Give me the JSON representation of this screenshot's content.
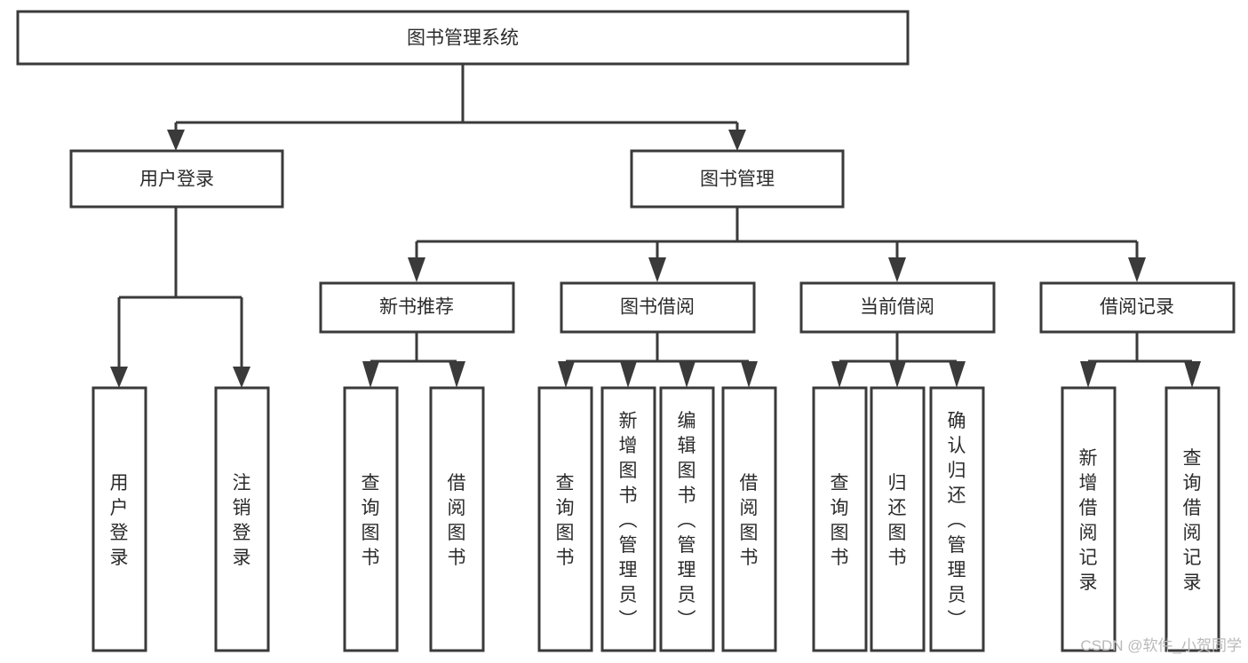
{
  "diagram": {
    "title": "图书管理系统",
    "type": "hierarchy-tree",
    "root": {
      "id": "root",
      "label": "图书管理系统",
      "orientation": "horizontal"
    },
    "level2": [
      {
        "id": "user-login",
        "label": "用户登录",
        "orientation": "horizontal"
      },
      {
        "id": "book-management",
        "label": "图书管理",
        "orientation": "horizontal"
      }
    ],
    "level3": [
      {
        "id": "new-book-recommend",
        "label": "新书推荐",
        "orientation": "horizontal"
      },
      {
        "id": "book-borrow",
        "label": "图书借阅",
        "orientation": "horizontal"
      },
      {
        "id": "current-borrow",
        "label": "当前借阅",
        "orientation": "horizontal"
      },
      {
        "id": "borrow-record",
        "label": "借阅记录",
        "orientation": "horizontal"
      }
    ],
    "leaves": {
      "user-login": [
        {
          "id": "leaf-user-login",
          "label": "用户登录",
          "orientation": "vertical"
        },
        {
          "id": "leaf-logout-login",
          "label": "注销登录",
          "orientation": "vertical"
        }
      ],
      "new-book-recommend": [
        {
          "id": "leaf-query-book-1",
          "label": "查询图书",
          "orientation": "vertical"
        },
        {
          "id": "leaf-borrow-book-1",
          "label": "借阅图书",
          "orientation": "vertical"
        }
      ],
      "book-borrow": [
        {
          "id": "leaf-query-book-2",
          "label": "查询图书",
          "orientation": "vertical"
        },
        {
          "id": "leaf-add-book",
          "label": "新增图书（管理员）",
          "orientation": "vertical"
        },
        {
          "id": "leaf-edit-book",
          "label": "编辑图书（管理员）",
          "orientation": "vertical"
        },
        {
          "id": "leaf-borrow-book-2",
          "label": "借阅图书",
          "orientation": "vertical"
        }
      ],
      "current-borrow": [
        {
          "id": "leaf-query-book-3",
          "label": "查询图书",
          "orientation": "vertical"
        },
        {
          "id": "leaf-return-book",
          "label": "归还图书",
          "orientation": "vertical"
        },
        {
          "id": "leaf-confirm-return",
          "label": "确认归还（管理员）",
          "orientation": "vertical"
        }
      ],
      "borrow-record": [
        {
          "id": "leaf-add-record",
          "label": "新增借阅记录",
          "orientation": "vertical"
        },
        {
          "id": "leaf-query-record",
          "label": "查询借阅记录",
          "orientation": "vertical"
        }
      ]
    }
  },
  "watermark": {
    "text": "CSDN @软件_小贺同学"
  },
  "colors": {
    "stroke": "#3a3a3a",
    "box_fill": "#ffffff",
    "text": "#2b2b2b",
    "watermark": "#b9b9b9",
    "background": "#ffffff"
  }
}
